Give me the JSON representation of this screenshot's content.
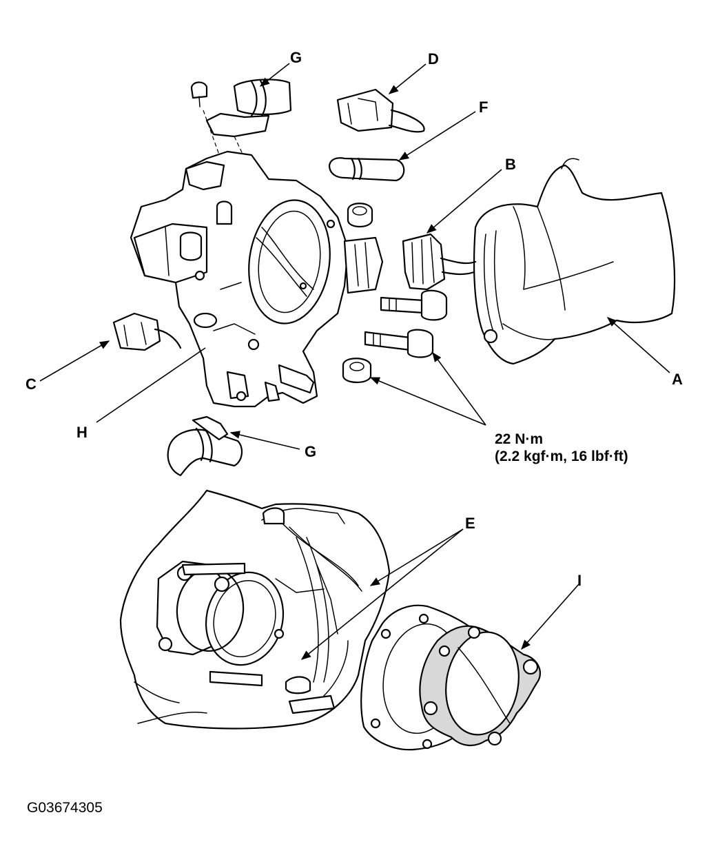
{
  "labels": {
    "a": "A",
    "b": "B",
    "c": "C",
    "d": "D",
    "e": "E",
    "f": "F",
    "g_top": "G",
    "g_bottom": "G",
    "h": "H",
    "i": "I"
  },
  "torque": {
    "line1": "22 N·m",
    "line2": "(2.2 kgf·m, 16 lbf·ft)"
  },
  "figure_id": "G03674305"
}
